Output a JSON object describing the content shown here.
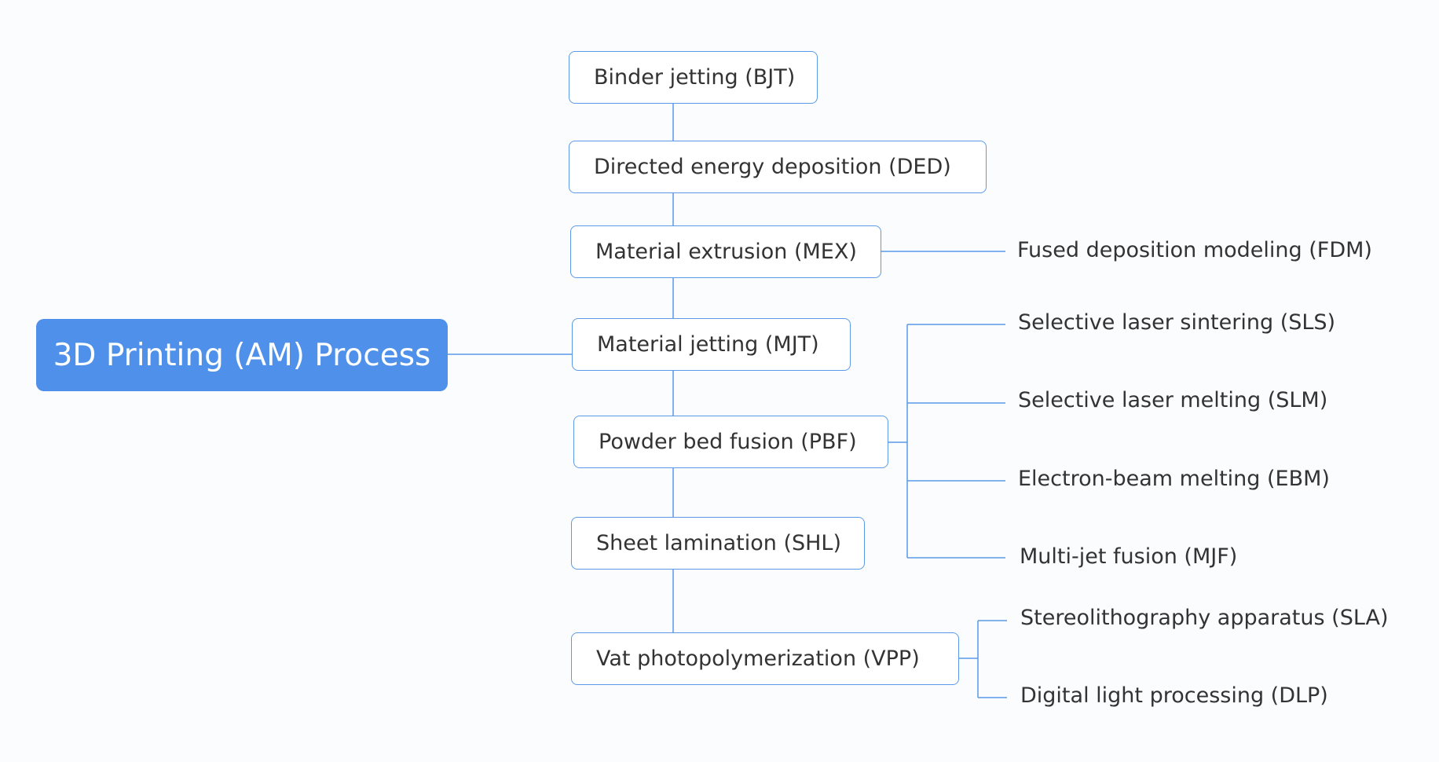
{
  "diagram": {
    "root": {
      "label": "3D Printing (AM) Process"
    },
    "processes": [
      {
        "label": "Binder jetting (BJT)"
      },
      {
        "label": "Directed energy deposition (DED)"
      },
      {
        "label": "Material extrusion (MEX)"
      },
      {
        "label": "Material jetting (MJT)"
      },
      {
        "label": "Powder bed fusion (PBF)"
      },
      {
        "label": "Sheet lamination (SHL)"
      },
      {
        "label": "Vat photopolymerization (VPP)"
      }
    ],
    "subtypes": {
      "mex": [
        {
          "label": "Fused deposition modeling (FDM)"
        }
      ],
      "pbf": [
        {
          "label": "Selective laser sintering (SLS)"
        },
        {
          "label": "Selective laser melting (SLM)"
        },
        {
          "label": "Electron-beam melting (EBM)"
        },
        {
          "label": "Multi-jet fusion (MJF)"
        }
      ],
      "vpp": [
        {
          "label": "Stereolithography apparatus (SLA)"
        },
        {
          "label": "Digital light processing (DLP)"
        }
      ]
    }
  }
}
